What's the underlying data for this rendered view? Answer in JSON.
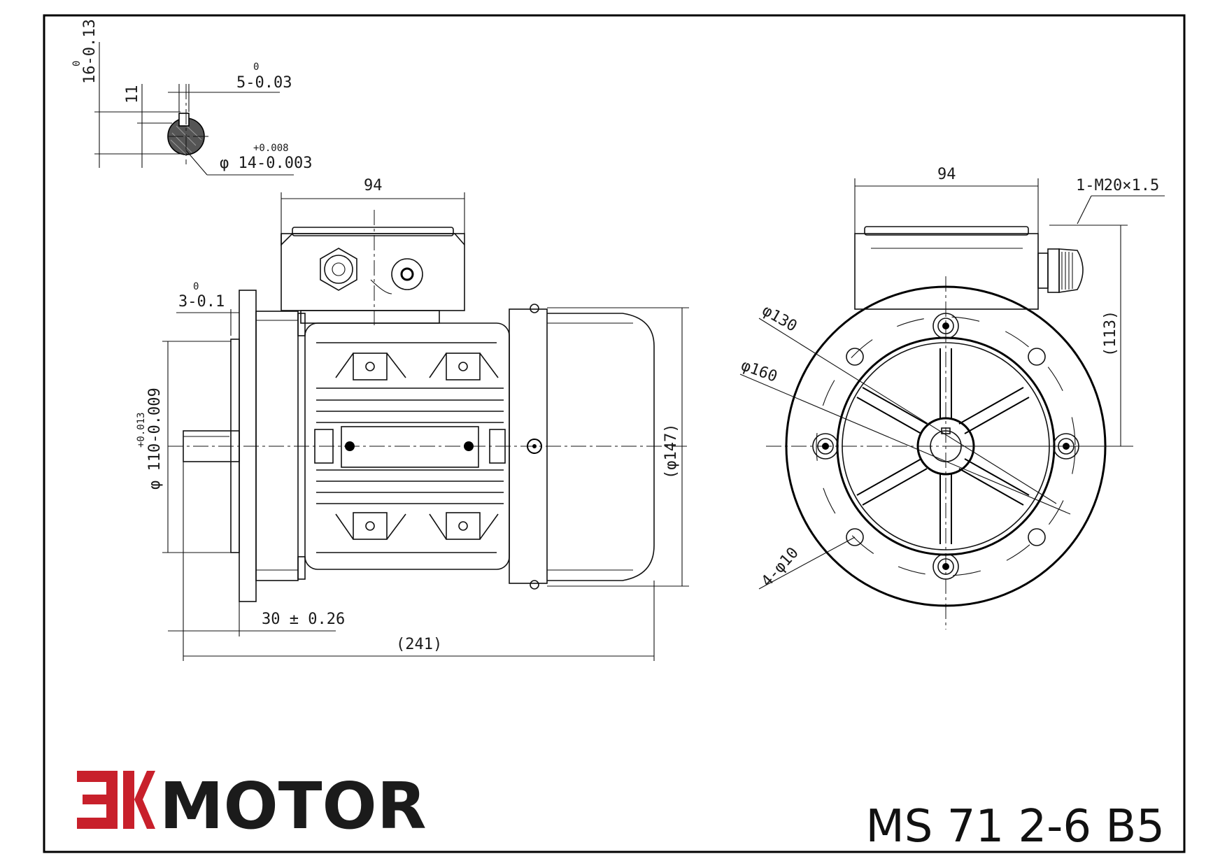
{
  "brand": {
    "logo_text": "MOTOR",
    "logo_mark": "EK",
    "accent_color": "#c8202b"
  },
  "model": "MS 71 2-6 B5",
  "shaft_detail": {
    "key_height_tol": "16-0.13",
    "key_height_tol_upper": "0",
    "key_width": "5-0.03",
    "key_width_upper": "0",
    "key_depth": "11",
    "shaft_diameter": "φ 14-0.003",
    "shaft_diameter_upper": "+0.008"
  },
  "side_view": {
    "terminal_box_width": "94",
    "flange_step": "3-0.1",
    "flange_step_upper": "0",
    "spigot_diameter": "φ 110-0.009",
    "spigot_diameter_upper": "+0.013",
    "body_diameter": "(φ147)",
    "shaft_length": "30 ± 0.26",
    "overall_length": "(241)"
  },
  "end_view": {
    "terminal_box_width": "94",
    "cable_gland": "1-M20×1.5",
    "pitch_circle": "φ130",
    "flange_diameter": "φ160",
    "bolt_holes": "4-φ10",
    "centre_height": "(113)"
  }
}
